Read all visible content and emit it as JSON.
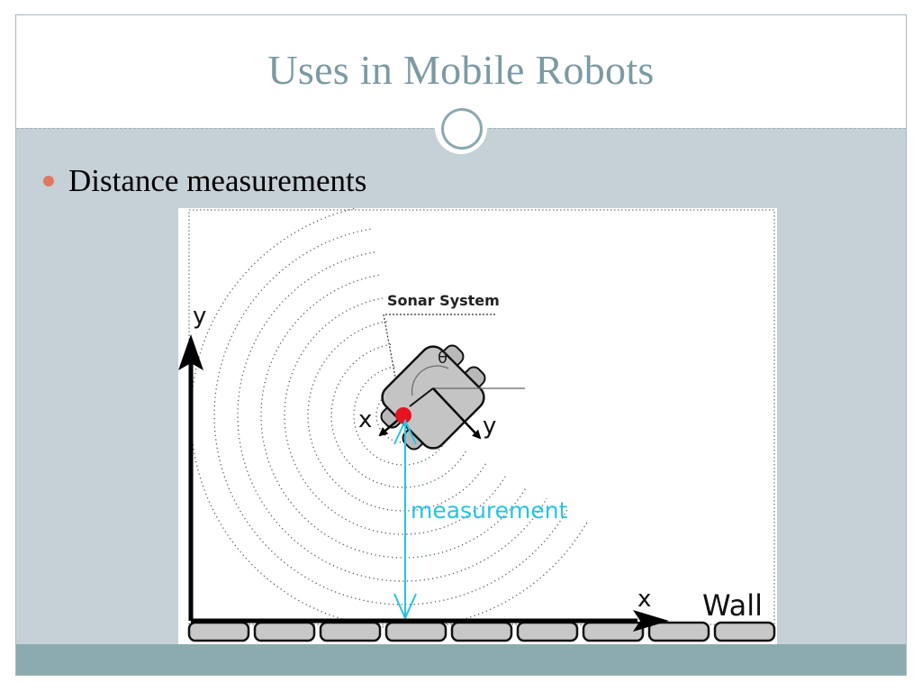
{
  "slide": {
    "title": "Uses in Mobile Robots",
    "bullets": [
      {
        "text": "Distance measurements"
      }
    ]
  },
  "figure": {
    "label_sonar": "Sonar System",
    "label_theta": "θ",
    "label_robot_x": "x",
    "label_robot_y": "y",
    "label_axis_y": "y",
    "label_axis_x": "x",
    "label_measurement": "measurement",
    "label_wall": "Wall"
  },
  "colors": {
    "title": "#7c9aa4",
    "background": "#c5d1d7",
    "bullet": "#e0785e",
    "footer": "#8babae",
    "measurement": "#27c3e0",
    "sensor": "#e3141d"
  }
}
